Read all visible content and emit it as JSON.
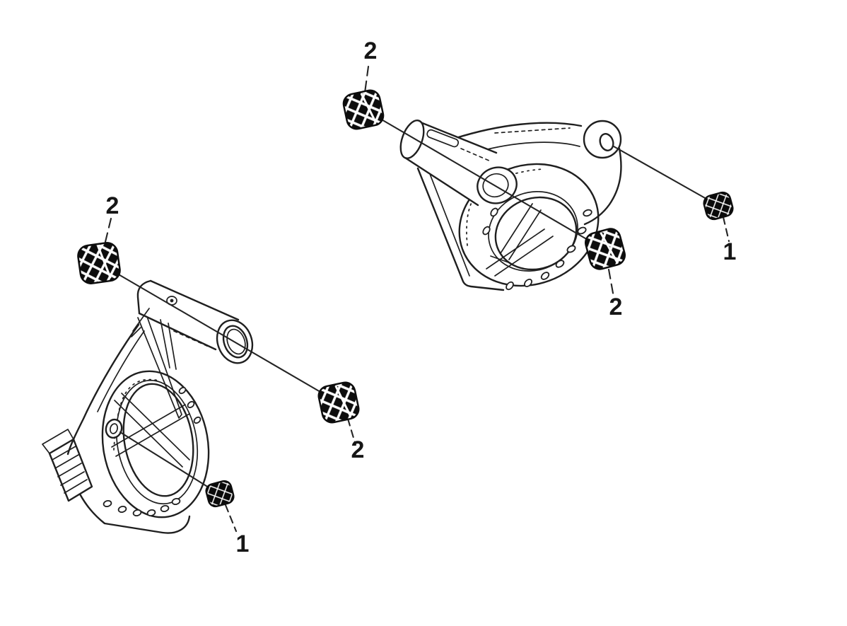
{
  "figure": {
    "background_color": "#ffffff",
    "line_color": "#1f1f1f",
    "part_fill_color": "#0d0d0d",
    "knurl_mark_color": "#ffffff",
    "callouts": [
      {
        "id": "top",
        "label": "2"
      },
      {
        "id": "left",
        "label": "2"
      },
      {
        "id": "middle",
        "label": "2"
      },
      {
        "id": "lower-right",
        "label": "2"
      },
      {
        "id": "right",
        "label": "1"
      },
      {
        "id": "bottom",
        "label": "1"
      }
    ]
  }
}
